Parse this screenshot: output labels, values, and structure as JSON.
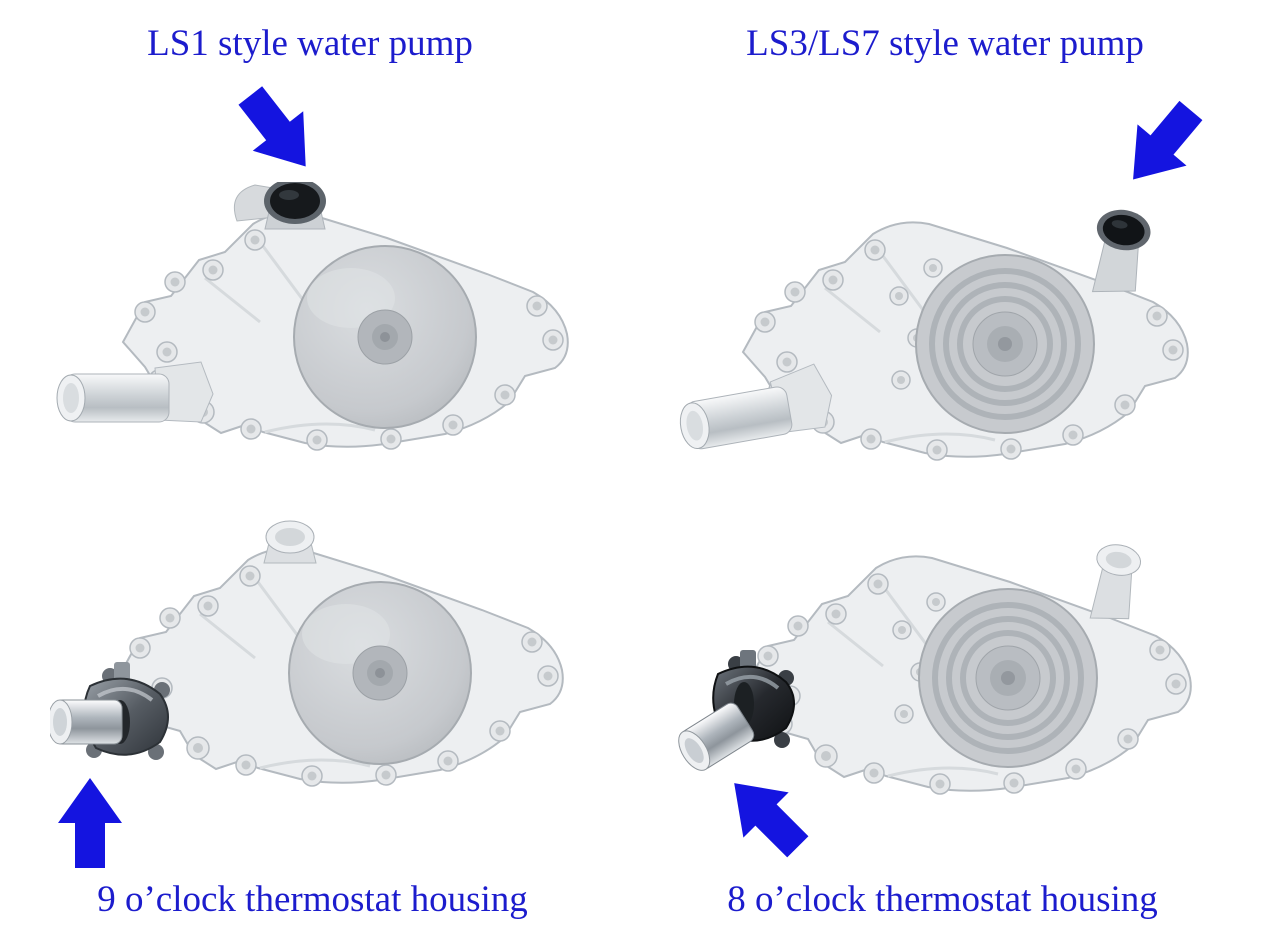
{
  "page": {
    "background_color": "#ffffff",
    "label_color": "#1c1ccd",
    "arrow_color": "#1414e0"
  },
  "figure": {
    "panels": [
      {
        "id": "top-left",
        "label": "LS1 style water pump",
        "illustration": "ls1-style-water-pump",
        "arrow": {
          "name": "ls1-outlet-arrow",
          "direction": "down-right"
        }
      },
      {
        "id": "top-right",
        "label": "LS3/LS7 style water pump",
        "illustration": "ls3-ls7-style-water-pump",
        "arrow": {
          "name": "ls3-outlet-arrow",
          "direction": "down-left"
        }
      },
      {
        "id": "bottom-left",
        "label": "9 o’clock thermostat housing",
        "illustration": "ls1-pump-with-9-oclock-thermostat-housing",
        "arrow": {
          "name": "nine-oclock-arrow",
          "direction": "up"
        }
      },
      {
        "id": "bottom-right",
        "label": "8 o’clock thermostat housing",
        "illustration": "ls3-pump-with-8-oclock-thermostat-housing",
        "arrow": {
          "name": "eight-oclock-arrow",
          "direction": "up-left"
        }
      }
    ]
  }
}
